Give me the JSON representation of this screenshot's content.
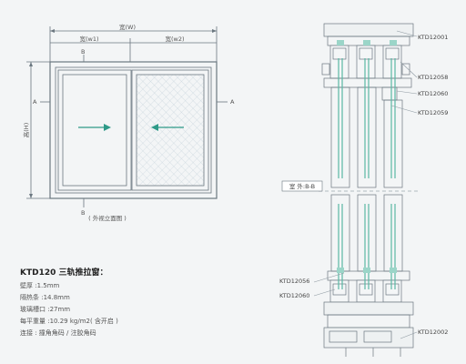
{
  "elevation": {
    "width_label": "宽(W)",
    "w1_label": "宽(w1)",
    "w2_label": "宽(w2)",
    "height_label": "高(H)",
    "section_b": "B",
    "section_a": "A",
    "caption": "( 外视立面图 )"
  },
  "section": {
    "parts": [
      "KTD12001",
      "KTD12058",
      "KTD12060",
      "KTD12059",
      "KTD12056",
      "KTD12060",
      "KTD12002"
    ],
    "interior_exterior_label": "室 外:B-B"
  },
  "specs": {
    "title": "KTD120 三轨推拉窗：",
    "lines": [
      "壁厚 :1.5mm",
      "隔热条 :14.8mm",
      "玻璃槽口 :27mm",
      "每平重量 :10.29 kg/m2( 含开启 )",
      "连接 : 撞角角码 / 注胶角码"
    ]
  },
  "colors": {
    "line": "#6b7780",
    "glass": "#5ab8a4",
    "mesh": "#b8c8d2",
    "arrow": "#2e9a88"
  }
}
